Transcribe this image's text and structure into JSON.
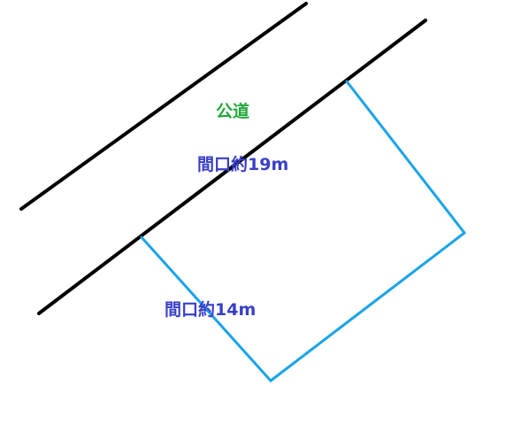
{
  "labels": {
    "road": "公道",
    "frontage_19": "間口約19m",
    "frontage_14": "間口約14m"
  },
  "colors": {
    "road_line": "#000000",
    "lot_outline": "#1aa3e8",
    "road_label": "#22a83a",
    "frontage_label": "#3a3fc8"
  }
}
